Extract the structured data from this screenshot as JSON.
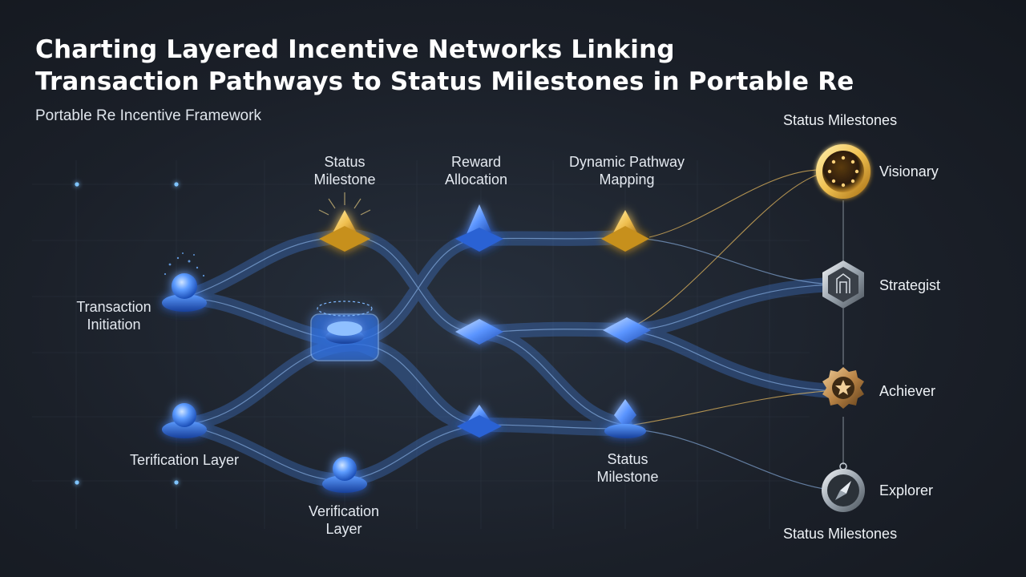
{
  "header": {
    "title_line1": "Charting Layered Incentive Networks Linking",
    "title_line2": "Transaction Pathways to Status Milestones in Portable Re",
    "subtitle": "Portable Re Incentive Framework"
  },
  "nodes": {
    "transaction_initiation": [
      "Transaction",
      "Initiation"
    ],
    "status_milestone_top": [
      "Status",
      "Milestone"
    ],
    "reward_allocation": [
      "Reward",
      "Allocation"
    ],
    "dynamic_pathway_mapping": [
      "Dynamic Pathway",
      "Mapping"
    ],
    "verification_layer_left": "Terification Layer",
    "verification_layer_bottom": [
      "Verification",
      "Layer"
    ],
    "status_milestone_bottom": [
      "Status",
      "Milestone"
    ]
  },
  "tiers": {
    "heading_top": "Status Milestones",
    "heading_bottom": "Status Milestones",
    "items": [
      {
        "label": "Visionary",
        "icon": "sun-medal-icon",
        "color": "#e8b54a"
      },
      {
        "label": "Strategist",
        "icon": "circuit-hexagon-icon",
        "color": "#b8c2cc"
      },
      {
        "label": "Achiever",
        "icon": "star-badge-icon",
        "color": "#c89a5a"
      },
      {
        "label": "Explorer",
        "icon": "compass-icon",
        "color": "#c8d0d8"
      }
    ]
  },
  "colors": {
    "accent_blue": "#4a90ff",
    "accent_gold": "#f0c060",
    "background": "#1b2029"
  }
}
